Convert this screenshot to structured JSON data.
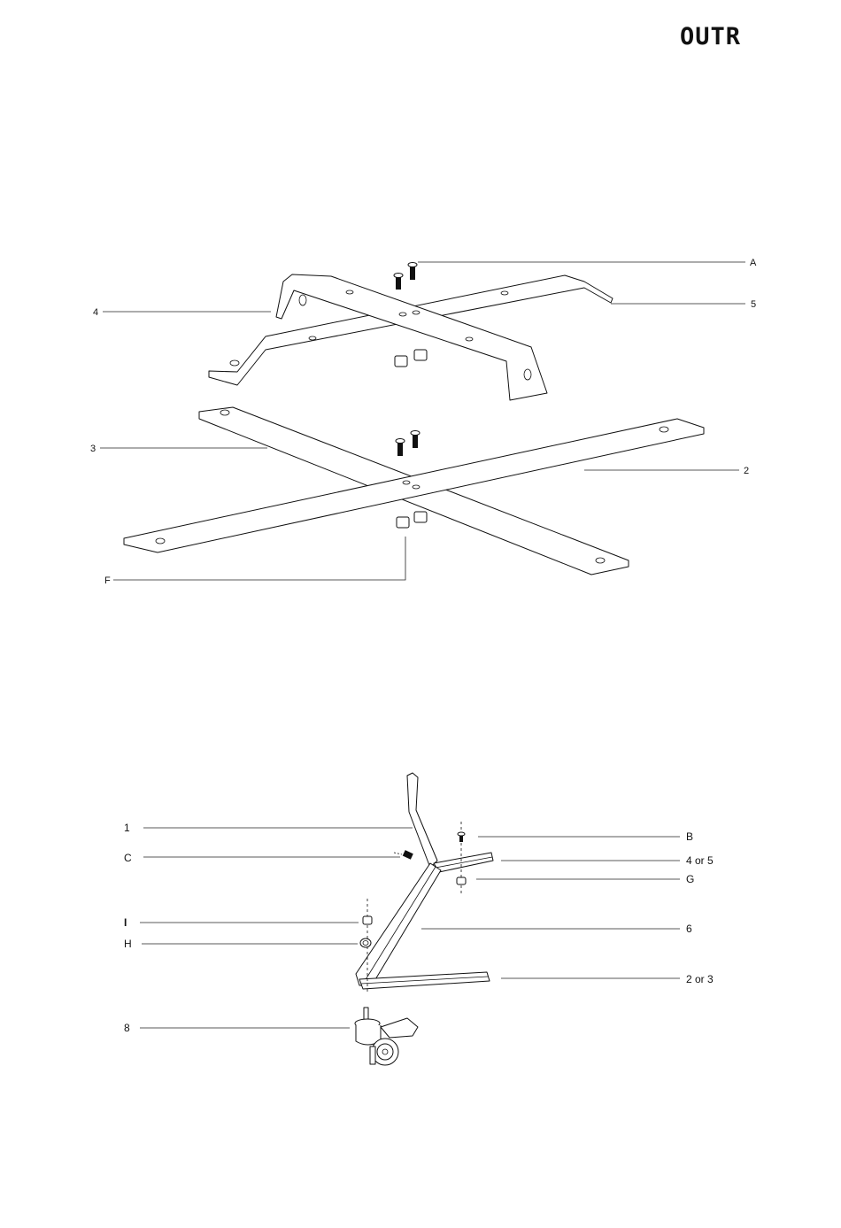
{
  "brand": {
    "logo_text": "OUTR"
  },
  "diagram_top": {
    "labels": {
      "A": "A",
      "p5": "5",
      "p4": "4",
      "p3": "3",
      "p2": "2",
      "F": "F"
    }
  },
  "diagram_bottom": {
    "labels": {
      "p1": "1",
      "B": "B",
      "C": "C",
      "p4or5": "4 or 5",
      "G": "G",
      "I": "I",
      "p6": "6",
      "H": "H",
      "p2or3": "2 or 3",
      "p8": "8"
    }
  }
}
